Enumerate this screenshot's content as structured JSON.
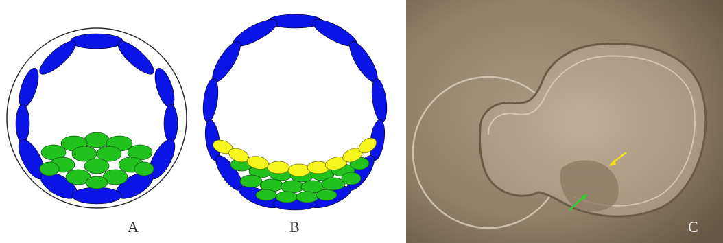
{
  "panels": [
    {
      "label": "A"
    },
    {
      "label": "B"
    },
    {
      "label": "C"
    }
  ],
  "colors": {
    "trophectoderm": "#0a14e6",
    "icm": "#22c21e",
    "primitive_endoderm": "#f6f51e",
    "photo_yellow_arrow": "#f2e21a",
    "photo_green_arrow": "#27d12a"
  }
}
